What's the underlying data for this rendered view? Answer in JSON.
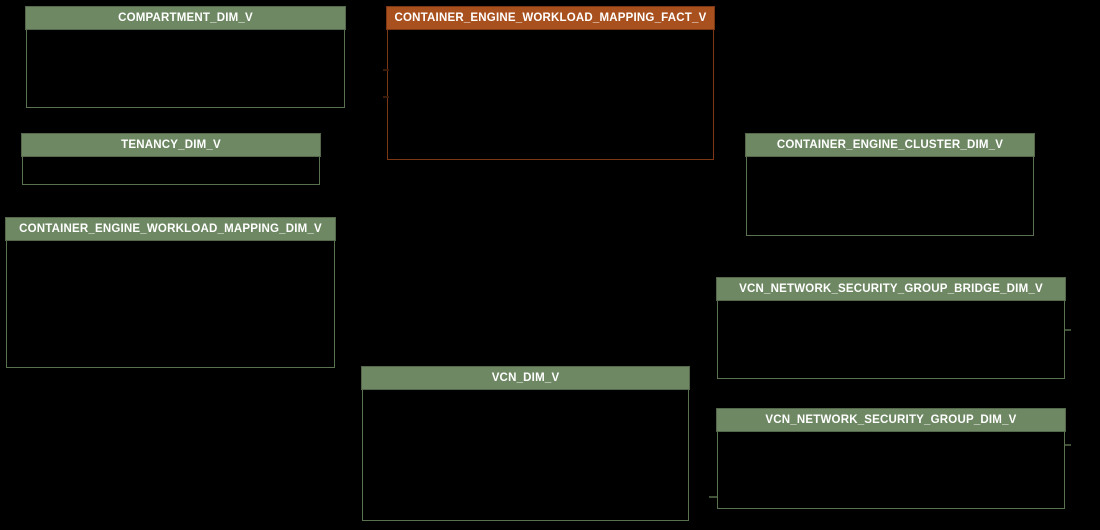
{
  "colors": {
    "bg": "#000000",
    "dim_header": "#6e8863",
    "dim_header_border": "#55684c",
    "dim_body_border": "#5b7251",
    "fact_header": "#a8511f",
    "fact_header_border": "#7c3715",
    "fact_body_border": "#7c3715",
    "title_text": "#ffffff"
  },
  "diagram": {
    "type": "er-schema",
    "tables": [
      {
        "title": "COMPARTMENT_DIM_V",
        "kind": "dimension"
      },
      {
        "title": "CONTAINER_ENGINE_WORKLOAD_MAPPING_FACT_V",
        "kind": "fact"
      },
      {
        "title": "TENANCY_DIM_V",
        "kind": "dimension"
      },
      {
        "title": "CONTAINER_ENGINE_CLUSTER_DIM_V",
        "kind": "dimension"
      },
      {
        "title": "CONTAINER_ENGINE_WORKLOAD_MAPPING_DIM_V",
        "kind": "dimension"
      },
      {
        "title": "VCN_NETWORK_SECURITY_GROUP_BRIDGE_DIM_V",
        "kind": "dimension"
      },
      {
        "title": "VCN_DIM_V",
        "kind": "dimension"
      },
      {
        "title": "VCN_NETWORK_SECURITY_GROUP_DIM_V",
        "kind": "dimension"
      }
    ]
  }
}
